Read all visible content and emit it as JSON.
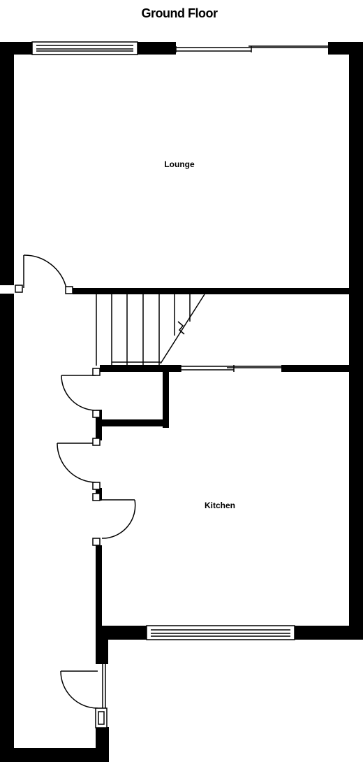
{
  "plan": {
    "title": "Ground Floor",
    "rooms": {
      "lounge": "Lounge",
      "kitchen": "Kitchen"
    },
    "colors": {
      "wall": "#000000",
      "background": "#ffffff",
      "line": "#000000"
    }
  }
}
